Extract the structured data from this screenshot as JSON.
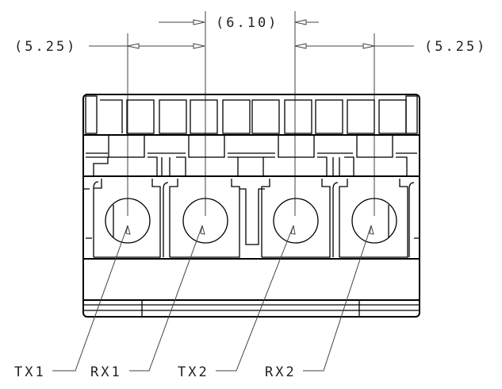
{
  "dimensions": {
    "left_pitch": "(5.25)",
    "center_pitch": "(6.10)",
    "right_pitch": "(5.25)"
  },
  "pin_labels": [
    "TX1",
    "RX1",
    "TX2",
    "RX2"
  ]
}
